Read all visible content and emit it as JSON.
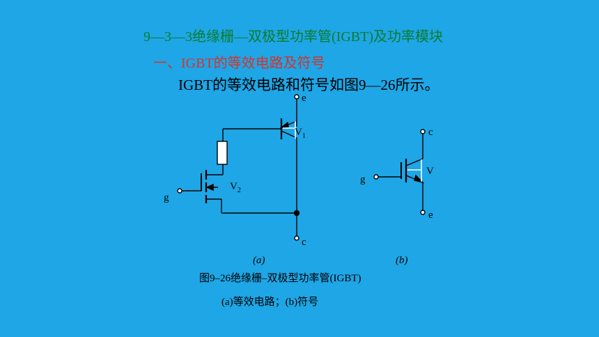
{
  "slide": {
    "heading": "9—3—3绝缘栅—双极型功率管(IGBT)及功率模块",
    "subheading": "一、IGBT的等效电路及符号",
    "intro": "IGBT的等效电路和符号如图9—26所示。"
  },
  "figure": {
    "title": "图9–26绝缘栅–双极型功率管(IGBT)",
    "subtitle": "(a)等效电路；(b)符号",
    "panel_a": {
      "caption": "(a)",
      "terminal_e": "e",
      "terminal_c": "c",
      "terminal_g": "g",
      "v1_label": "V",
      "v1_sub": "1",
      "v2_label": "V",
      "v2_sub": "2"
    },
    "panel_b": {
      "caption": "(b)",
      "terminal_c": "c",
      "terminal_e": "e",
      "terminal_g": "g",
      "v_label": "V"
    }
  },
  "colors": {
    "background": "#1ea6e6",
    "heading": "#0b7d2e",
    "subheading": "#d7322a",
    "line": "#000000"
  }
}
